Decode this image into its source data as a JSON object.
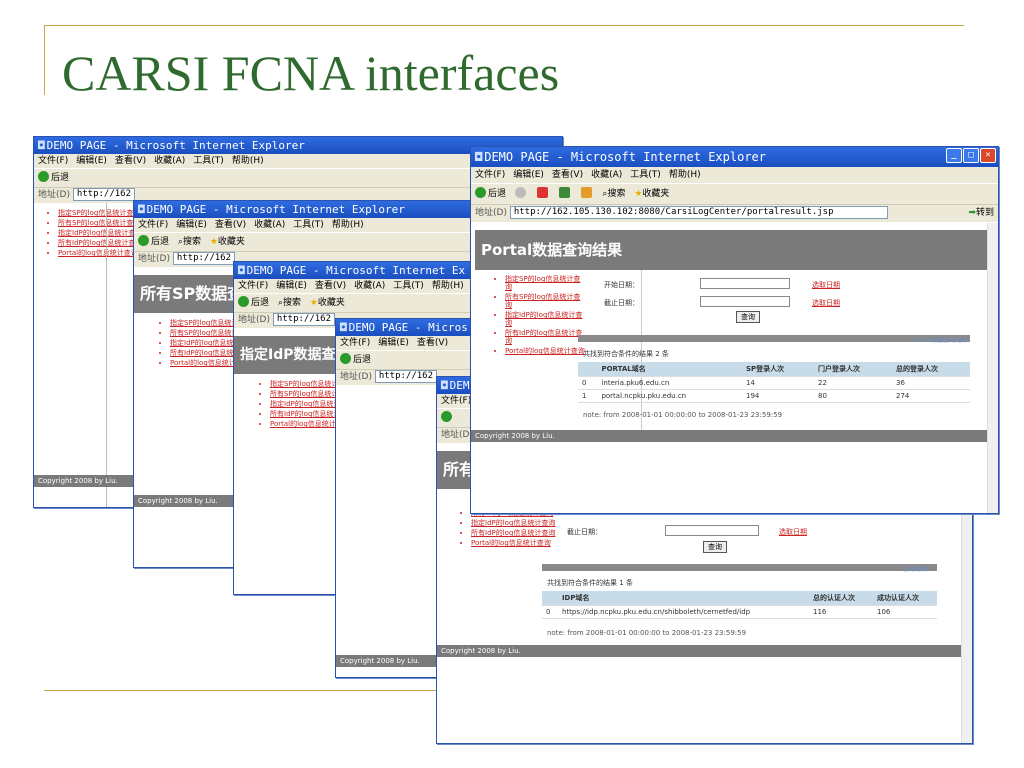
{
  "slide": {
    "title": "CARSI FCNA interfaces"
  },
  "browser": {
    "title": "DEMO PAGE - Microsoft Internet Explorer",
    "title_short_1": "DEMO PAGE - Microsoft Internet Ex",
    "title_short_2": "DEMO PAGE - Micros",
    "title_short_3": "DEM",
    "menu": [
      "文件(F)",
      "编辑(E)",
      "查看(V)",
      "收藏(A)",
      "工具(T)",
      "帮助(H)"
    ],
    "toolbar": {
      "back": "后退",
      "search": "搜索",
      "favorites": "收藏夹"
    },
    "address_label": "地址(D)",
    "address_prefix": "http://162",
    "address_full": "http://162.105.130.102:8080/CarsiLogCenter/portalresult.jsp",
    "go": "转到"
  },
  "nav_items": [
    "指定SP的log信息统计查询",
    "所有SP的log信息统计查询",
    "指定IdP的log信息统计查询",
    "所有IdP的log信息统计查询",
    "Portal的log信息统计查询"
  ],
  "windows": {
    "w2_header": "所有SP数据查",
    "w3_header": "指定IdP数据查",
    "w5_header": "所有"
  },
  "portal": {
    "header": "Portal数据查询结果",
    "start_label": "开始日期：",
    "end_label": "截止日期：",
    "start_link": "选取日期",
    "end_link": "选取日期",
    "query": "查询",
    "bar_label": "Portal数据查询结果",
    "count": "共找到符合条件的结果 2 条",
    "columns": [
      "PORTAL域名",
      "SP登录人次",
      "门户登录人次",
      "总的登录人次"
    ],
    "rows": [
      {
        "idx": "0",
        "domain": "interia.pku6.edu.cn",
        "sp": "14",
        "portal": "22",
        "total": "36"
      },
      {
        "idx": "1",
        "domain": "portal.ncpku.pku.edu.cn",
        "sp": "194",
        "portal": "80",
        "total": "274"
      }
    ],
    "note": "note: from 2008-01-01 00:00:00 to 2008-01-23 23:59:59"
  },
  "idp": {
    "end_label": "截止日期：",
    "end_link": "选取日期",
    "query": "查询",
    "bar_label": "查询结果",
    "count": "共找到符合条件的结果 1 条",
    "columns": [
      "IDP域名",
      "总的认证人次",
      "成功认证人次"
    ],
    "rows": [
      {
        "idx": "0",
        "domain": "https://idp.ncpku.pku.edu.cn/shibboleth/cernetfed/idp",
        "total": "116",
        "success": "106"
      }
    ],
    "note": "note: from 2008-01-01 00:00:00 to 2008-01-23 23:59:59"
  },
  "copyright": "Copyright 2008 by Liu."
}
